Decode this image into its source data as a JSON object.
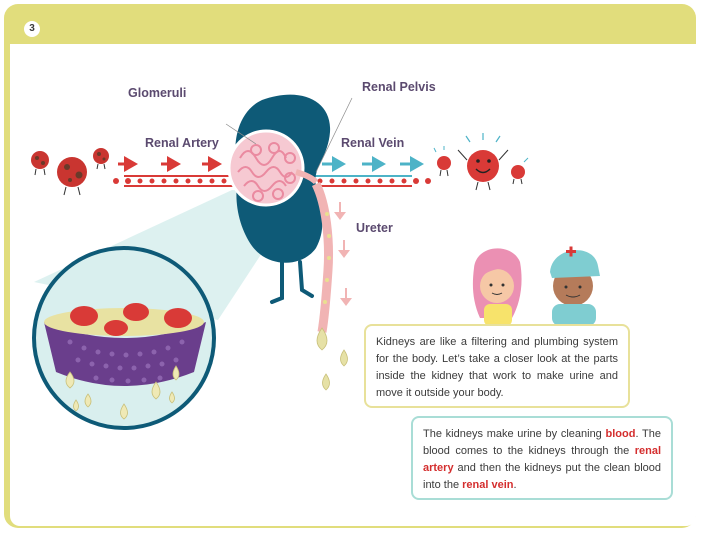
{
  "step_number": "3",
  "labels": {
    "glomeruli": "Glomeruli",
    "renal_pelvis": "Renal Pelvis",
    "renal_artery": "Renal Artery",
    "renal_vein": "Renal Vein",
    "ureter": "Ureter"
  },
  "text_box_1": "Kidneys are like a filtering and plumbing system for the body. Let’s take a closer look at the parts inside the kidney that work to make urine and move it outside your body.",
  "text_box_2": {
    "p1": "The kidneys make urine by cleaning ",
    "blood": "blood",
    "p2": ". The blood comes to the kidneys through the ",
    "renal_artery": "renal artery",
    "p3": " and then the kidneys put the clean blood into the ",
    "renal_vein": "renal vein",
    "p4": "."
  },
  "colors": {
    "frame": "#e1dd7c",
    "kidney": "#0e5a77",
    "artery_red": "#d93a37",
    "vein_teal": "#4db3c7",
    "ureter_pink": "#f1b4b4",
    "label_purple": "#5b4a6f",
    "highlight_red": "#d42e2e"
  }
}
